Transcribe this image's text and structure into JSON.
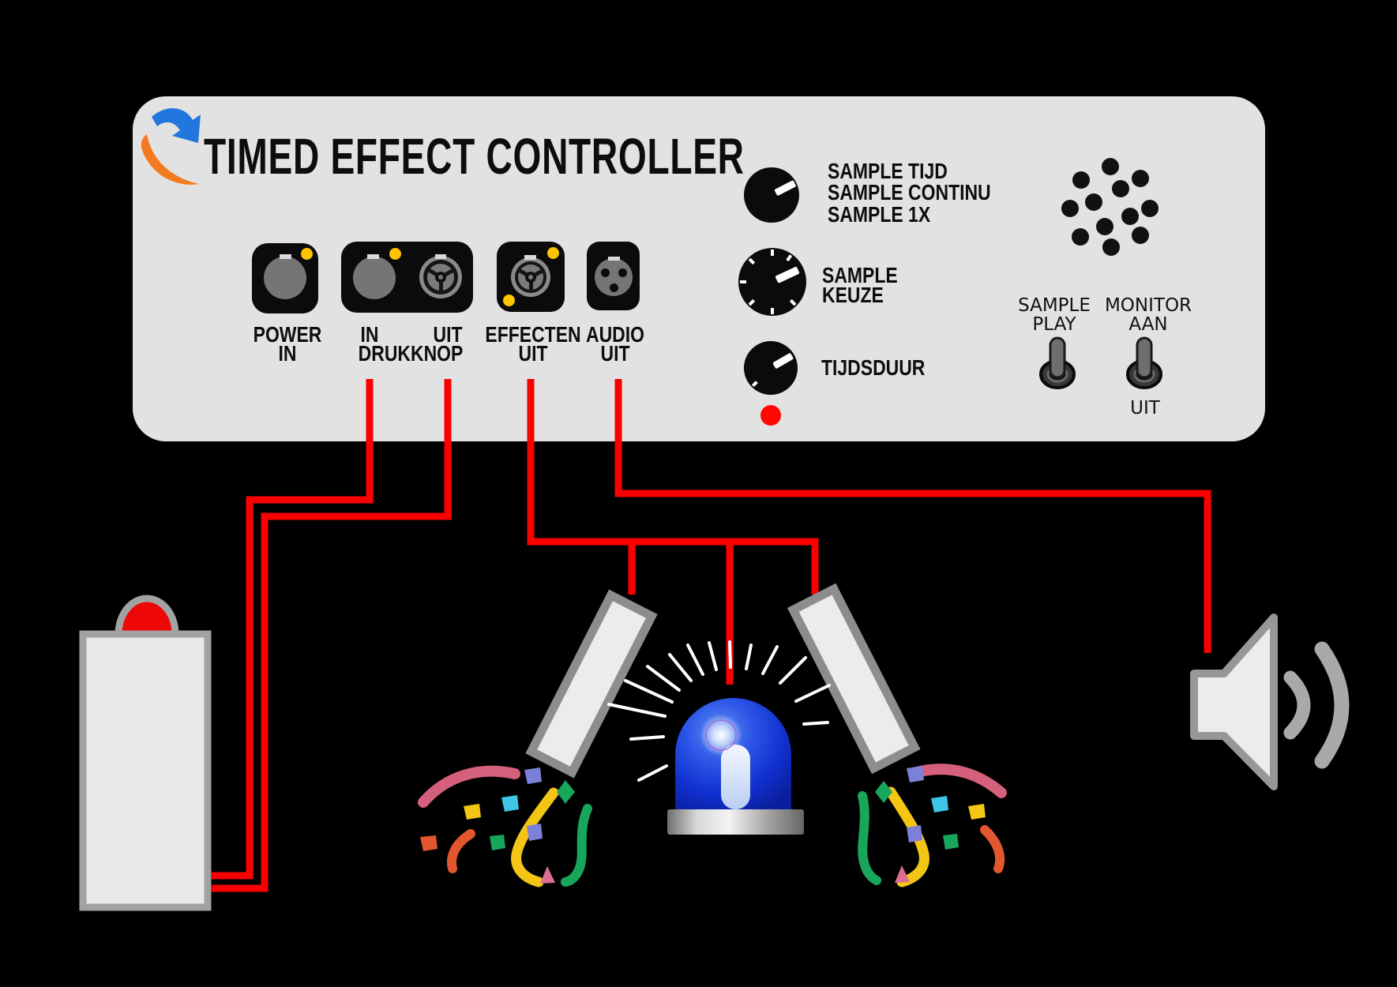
{
  "device": {
    "title": "TIMED EFFECT CONTROLLER"
  },
  "connectors": {
    "power": {
      "line1": "POWER",
      "line2": "IN"
    },
    "drukknop": {
      "in": "IN",
      "uit": "UIT",
      "line2": "DRUKKNOP"
    },
    "effecten": {
      "line1": "EFFECTEN",
      "line2": "UIT"
    },
    "audio": {
      "line1": "AUDIO",
      "line2": "UIT"
    }
  },
  "knobs": {
    "mode": {
      "option1": "SAMPLE TIJD",
      "option2": "SAMPLE CONTINU",
      "option3": "SAMPLE 1X"
    },
    "keuze": {
      "line1": "SAMPLE",
      "line2": "KEUZE"
    },
    "tijdsduur": {
      "label": "TIJDSDUUR"
    }
  },
  "switches": {
    "sample_play": {
      "line1": "SAMPLE",
      "line2": "PLAY"
    },
    "monitor": {
      "line1": "MONITOR",
      "line2": "AAN",
      "off": "UIT"
    }
  },
  "colors": {
    "wire_red": "#fa0000",
    "panel_gray": "#e2e2e2",
    "accent_yellow": "#ffc400",
    "led_red": "#ff0600",
    "button_red": "#ee0707",
    "beacon_blue": "#1636d8",
    "confetti": [
      "#d5607c",
      "#f3c514",
      "#17a65b",
      "#e2572f",
      "#7c80d8",
      "#3ec6e8"
    ]
  }
}
